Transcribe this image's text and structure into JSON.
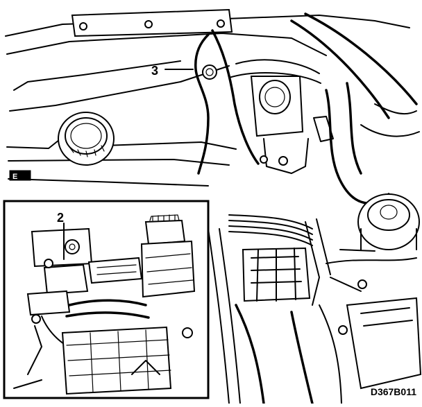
{
  "figure": {
    "callouts": [
      "3",
      "2"
    ],
    "figure_code": "D367B011"
  }
}
